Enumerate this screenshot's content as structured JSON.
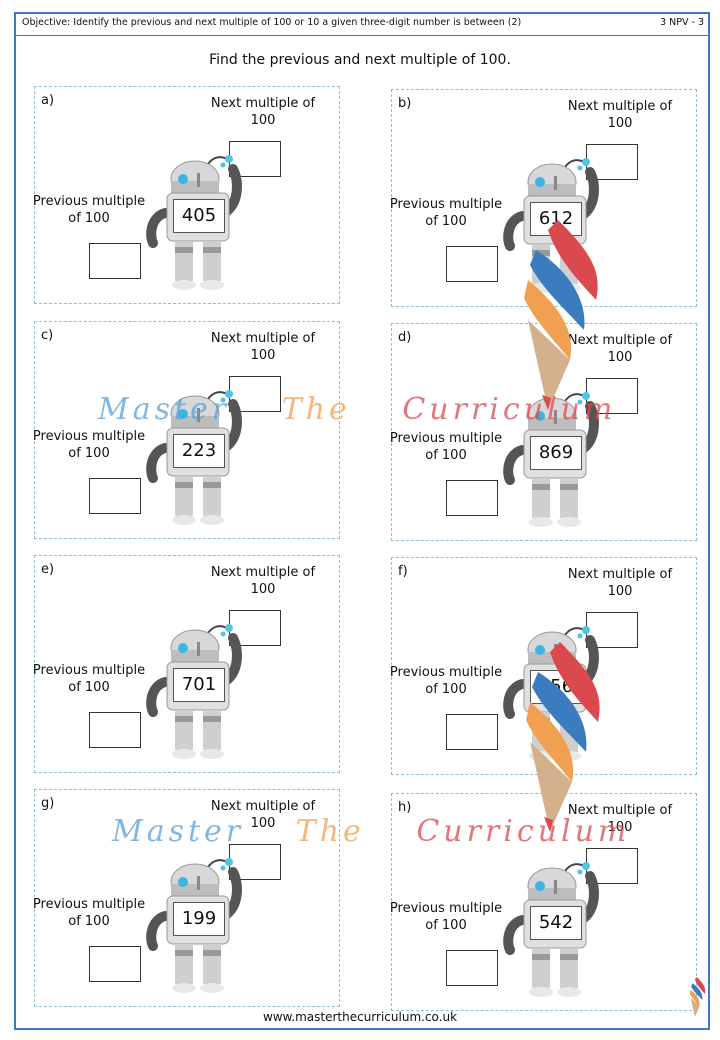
{
  "header": {
    "objective": "Objective: Identify the previous and next multiple of 100 or 10 a given three-digit number is between (2)",
    "code": "3 NPV - 3"
  },
  "instruction": "Find the previous and next multiple of 100.",
  "panels": [
    {
      "label": "a)",
      "number": "405",
      "next_label": "Next multiple of 100",
      "previous_label": "Previous multiple of 100"
    },
    {
      "label": "b)",
      "number": "612",
      "next_label": "Next multiple of 100",
      "previous_label": "Previous multiple of 100"
    },
    {
      "label": "c)",
      "number": "223",
      "next_label": "Next multiple of 100",
      "previous_label": "Previous multiple of 100"
    },
    {
      "label": "d)",
      "number": "869",
      "next_label": "Next multiple of 100",
      "previous_label": "Previous multiple of 100"
    },
    {
      "label": "e)",
      "number": "701",
      "next_label": "Next multiple of 100",
      "previous_label": "Previous multiple of 100"
    },
    {
      "label": "f)",
      "number": "356",
      "next_label": "Next multiple of 100",
      "previous_label": "Previous multiple of 100"
    },
    {
      "label": "g)",
      "number": "199",
      "next_label": "Next multiple of 100",
      "previous_label": "Previous multiple of 100"
    },
    {
      "label": "h)",
      "number": "542",
      "next_label": "Next multiple of 100",
      "previous_label": "Previous multiple of 100"
    }
  ],
  "watermark": {
    "word1": "Master",
    "word2": "The",
    "word3": "Curriculum"
  },
  "footer": "www.masterthecurriculum.co.uk",
  "colors": {
    "border": "#3b7bbf",
    "panel_border": "#8fbfd6",
    "brand_blue": "#5a9fd6",
    "brand_orange": "#f0a050",
    "brand_red": "#d9494e"
  }
}
